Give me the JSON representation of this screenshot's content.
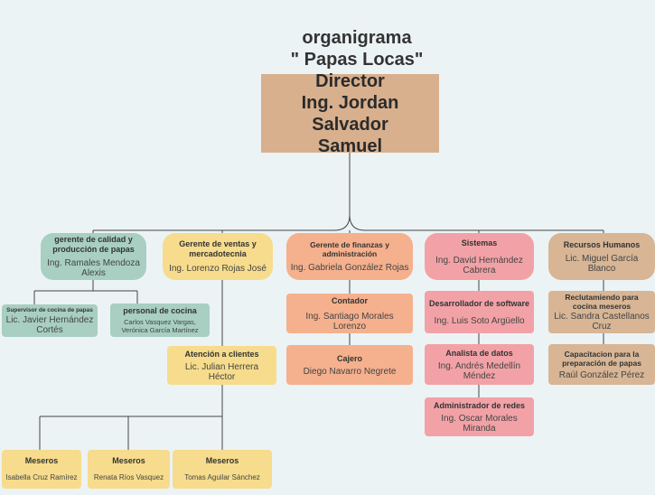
{
  "title": {
    "line1": "organigrama",
    "line2": "\" Papas Locas\""
  },
  "director": {
    "title": "Director",
    "name_line1": "Ing. Jordan Salvador",
    "name_line2": "Samuel"
  },
  "calidad": {
    "title": "gerente de calidad y producción de papas",
    "name": "Ing. Ramales Mendoza Alexis"
  },
  "supervisor": {
    "title": "Supervisor de cocina de papas",
    "name": "Lic. Javier Hernández Cortés"
  },
  "personal": {
    "title": "personal de cocina",
    "name": "Carlos Vasquez Vargas, Verónica García Martínez"
  },
  "ventas": {
    "title": "Gerente de ventas y mercadotecnia",
    "name": "Ing. Lorenzo Rojas José"
  },
  "atencion": {
    "title": "Atención a clientes",
    "name": "Lic. Julian Herrera Héctor"
  },
  "meseros": [
    {
      "title": "Meseros",
      "name": "Isabella Cruz Ramírez"
    },
    {
      "title": "Meseros",
      "name": "Renata Ríos Vasquez"
    },
    {
      "title": "Meseros",
      "name": "Tomas Aguilar Sánchez"
    }
  ],
  "finanzas": {
    "title": "Gerente de finanzas y administración",
    "name": "Ing. Gabriela González Rojas"
  },
  "contador": {
    "title": "Contador",
    "name": "Ing. Santiago Morales Lorenzo"
  },
  "cajero": {
    "title": "Cajero",
    "name": "Diego Navarro Negrete"
  },
  "sistemas": {
    "title": "Sistemas",
    "name": "Ing. David Hernández Cabrera"
  },
  "software": {
    "title": "Desarrollador de software",
    "name": "Ing. Luis Soto Argüello"
  },
  "datos": {
    "title": "Analista de datos",
    "name": "Ing. Andrés Medellín Méndez"
  },
  "redes": {
    "title": "Administrador de redes",
    "name": "Ing. Oscar Morales Miranda"
  },
  "rh": {
    "title": "Recursos Humanos",
    "name": "Lic. Miguel García Blanco"
  },
  "reclutamiento": {
    "title": "Reclutamiendo para cocina meseros",
    "name": "Lic. Sandra Castellanos Cruz"
  },
  "capacitacion": {
    "title": "Capacitacion para la preparación de papas",
    "name": "Raúl González Pérez"
  },
  "colors": {
    "green": "#a8cfc1",
    "yellow": "#f6dc8c",
    "orange": "#f5b08d",
    "pink": "#f2a2a6",
    "brown": "#d7b595",
    "director": "#d8b08e"
  }
}
